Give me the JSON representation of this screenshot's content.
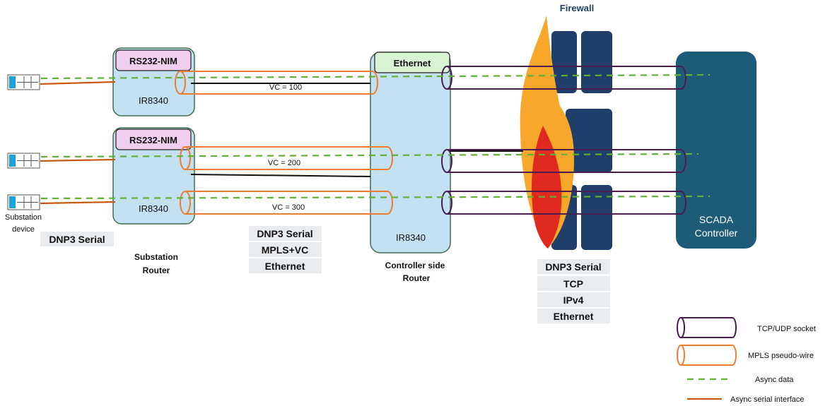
{
  "firewall": {
    "title": "Firewall"
  },
  "substation_routers": [
    {
      "module": "RS232-NIM",
      "model": "IR8340"
    },
    {
      "module": "RS232-NIM",
      "model": "IR8340"
    }
  ],
  "controller_router": {
    "module": "Ethernet",
    "model": "IR8340"
  },
  "scada": {
    "line1": "SCADA",
    "line2": "Controller"
  },
  "virtual_circuits": [
    "VC = 100",
    "VC = 200",
    "VC = 300"
  ],
  "labels": {
    "substation_device_line1": "Substation",
    "substation_device_line2": "device",
    "substation_router_line1": "Substation",
    "substation_router_line2": "Router",
    "controller_router_line1": "Controller side",
    "controller_router_line2": "Router"
  },
  "protocol_stacks": {
    "device": [
      "DNP3 Serial"
    ],
    "mpls_link": [
      "DNP3 Serial",
      "MPLS+VC",
      "Ethernet"
    ],
    "tcp_link": [
      "DNP3 Serial",
      "TCP",
      "IPv4",
      "Ethernet"
    ]
  },
  "legend": {
    "tcp_udp": "TCP/UDP socket",
    "mpls": "MPLS pseudo-wire",
    "async_data": "Async data",
    "async_serial": "Async serial interface"
  },
  "colors": {
    "router_fill": "#c3e1f3",
    "router_stroke": "#3f6e4a",
    "nim_fill": "#f1cdef",
    "ethernet_fill": "#d9f3d5",
    "mpls_pipe": "#ed7d31",
    "tcp_pipe": "#4b1c52",
    "async_data": "#5fb135",
    "serial_line": "#c55a11",
    "scada_fill": "#1d5b79",
    "firewall_block": "#1f3f6a",
    "flame_outer": "#f7a82a",
    "flame_inner": "#e02a1f",
    "stack_fill": "#e9ecef",
    "device_port": "#1aa3e0"
  }
}
